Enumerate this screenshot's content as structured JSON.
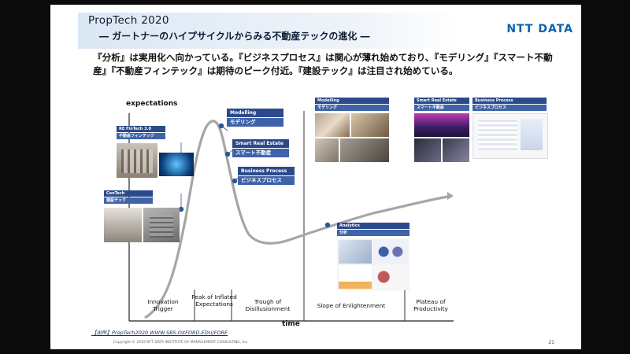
{
  "slide": {
    "title": "PropTech 2020",
    "subtitle": "― ガートナーのハイプサイクルからみる不動産テックの進化 ―",
    "brand": "NTT DATA",
    "summary": "『分析』は実用化へ向かっている。『ビジネスプロセス』は関心が薄れ始めており、『モデリング』『スマート不動産』『不動産フィンテック』は期待のピーク付近。『建設テック』は注目され始めている。",
    "source": "【出所】PropTech2020 WWW.SBS.OXFORD.EDU/FORE",
    "copyright": "Copyright © 2019 NTT DATA INSTITUTE OF MANAGEMENT CONSULTING, Inc.",
    "page_number": "21"
  },
  "chart": {
    "y_axis_label": "expectations",
    "x_axis_label": "time",
    "phases": [
      {
        "label": "Innovation Trigger"
      },
      {
        "label": "Peak of Inflated Expectations"
      },
      {
        "label": "Trough of Disillusionment"
      },
      {
        "label": "Slope of Enlightenment"
      },
      {
        "label": "Plateau of Productivity"
      }
    ],
    "curve_color": "#a6a6a6",
    "dot_color": "#2f5597"
  },
  "items": {
    "fintech": {
      "en": "RE FinTech 3.0",
      "ja": "不動産フィンテック"
    },
    "contech": {
      "en": "ConTech",
      "ja": "建設テック"
    },
    "modelling": {
      "en": "Modelling",
      "ja": "モデリング"
    },
    "smart": {
      "en": "Smart Real Estate",
      "ja": "スマート不動産"
    },
    "business": {
      "en": "Business Process",
      "ja": "ビジネスプロセス"
    },
    "analytics": {
      "en": "Analytics",
      "ja": "分析"
    }
  },
  "colors": {
    "header_blue": "#2b4a8b",
    "sub_blue": "#3f63a8",
    "brand_blue": "#0a62b0"
  }
}
